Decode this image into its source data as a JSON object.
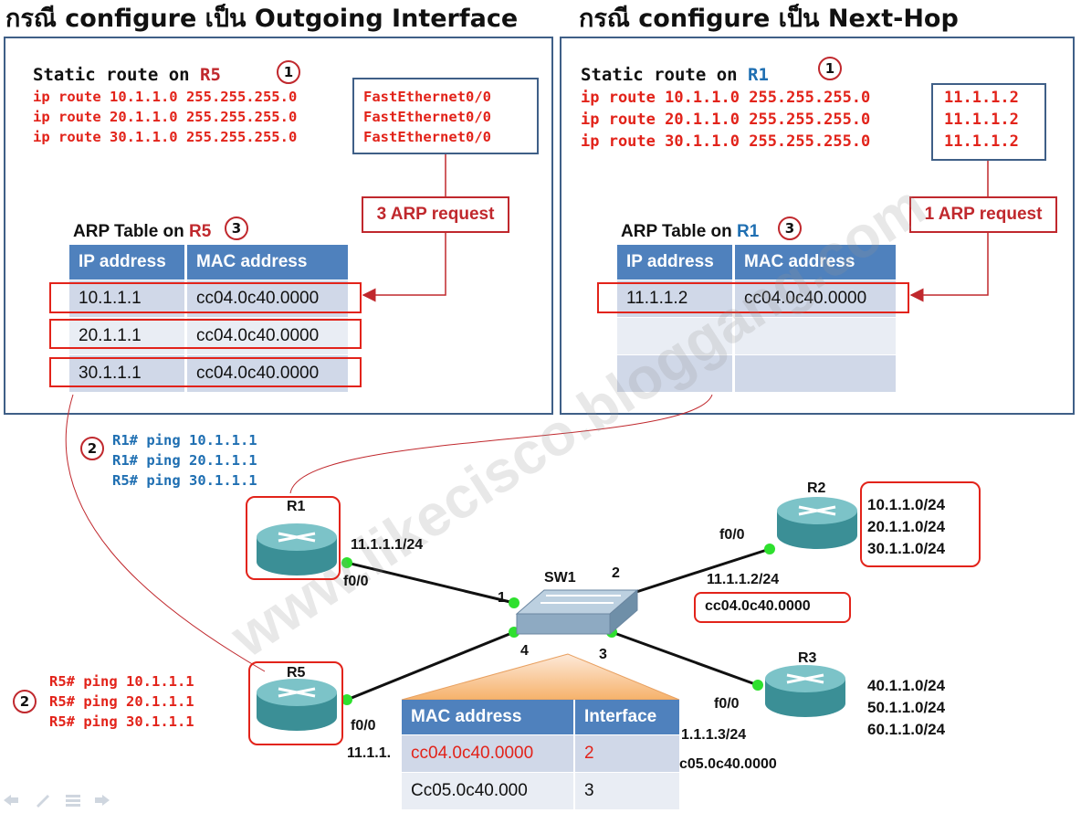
{
  "titles": {
    "left": "กรณี configure เป็น Outgoing Interface",
    "right": "กรณี configure เป็น Next-Hop"
  },
  "left_panel": {
    "static_head": "Static route on ",
    "router": "R5",
    "step": "1",
    "routes": [
      "ip route 10.1.1.0 255.255.255.0",
      "ip route 20.1.1.0 255.255.255.0",
      "ip route 30.1.1.0 255.255.255.0"
    ],
    "interfaces": [
      "FastEthernet0/0",
      "FastEthernet0/0",
      "FastEthernet0/0"
    ],
    "arp_request": "3 ARP request",
    "arp_title": "ARP Table on ",
    "arp_router": "R5",
    "arp_step": "3",
    "table": {
      "headers": [
        "IP address",
        "MAC address"
      ],
      "rows": [
        [
          "10.1.1.1",
          "cc04.0c40.0000"
        ],
        [
          "20.1.1.1",
          "cc04.0c40.0000"
        ],
        [
          "30.1.1.1",
          "cc04.0c40.0000"
        ]
      ]
    }
  },
  "right_panel": {
    "static_head": "Static route on ",
    "router": "R1",
    "step": "1",
    "routes": [
      "ip route 10.1.1.0 255.255.255.0",
      "ip route 20.1.1.0 255.255.255.0",
      "ip route 30.1.1.0 255.255.255.0"
    ],
    "next_hops": [
      "11.1.1.2",
      "11.1.1.2",
      "11.1.1.2"
    ],
    "arp_request": "1 ARP request",
    "arp_title": "ARP Table on ",
    "arp_router": "R1",
    "arp_step": "3",
    "table": {
      "headers": [
        "IP address",
        "MAC address"
      ],
      "rows": [
        [
          "11.1.1.2",
          "cc04.0c40.0000"
        ],
        [
          "",
          ""
        ],
        [
          "",
          ""
        ]
      ]
    }
  },
  "ping_r1": {
    "step": "2",
    "lines": [
      "R1# ping 10.1.1.1",
      "R1# ping 20.1.1.1",
      "R5# ping 30.1.1.1"
    ]
  },
  "ping_r5": {
    "step": "2",
    "lines": [
      "R5# ping 10.1.1.1",
      "R5# ping 20.1.1.1",
      "R5# ping 30.1.1.1"
    ]
  },
  "topology": {
    "r1": {
      "name": "R1",
      "ip": "11.1.1.1/24",
      "iface": "f0/0"
    },
    "r2": {
      "name": "R2",
      "ip": "11.1.1.2/24",
      "iface": "f0/0",
      "mac": "cc04.0c40.0000",
      "networks": [
        "10.1.1.0/24",
        "20.1.1.0/24",
        "30.1.1.0/24"
      ]
    },
    "r3": {
      "name": "R3",
      "ip": "1.1.1.3/24",
      "iface": "f0/0",
      "mac": "c05.0c40.0000",
      "networks": [
        "40.1.1.0/24",
        "50.1.1.0/24",
        "60.1.1.0/24"
      ]
    },
    "r5": {
      "name": "R5",
      "ip": "11.1.1.",
      "iface": "f0/0"
    },
    "sw1": {
      "name": "SW1",
      "ports": [
        "1",
        "2",
        "3",
        "4"
      ]
    }
  },
  "mac_table": {
    "headers": [
      "MAC address",
      "Interface"
    ],
    "rows": [
      [
        "cc04.0c40.0000",
        "2"
      ],
      [
        "Cc05.0c40.000",
        "3"
      ]
    ]
  },
  "watermark": "www.likecisco.bloggang.com",
  "colors": {
    "accent_red": "#e2231a",
    "header_blue": "#4f81bd",
    "panel_border": "#3f5f87",
    "link_blue": "#1f6fb2"
  }
}
